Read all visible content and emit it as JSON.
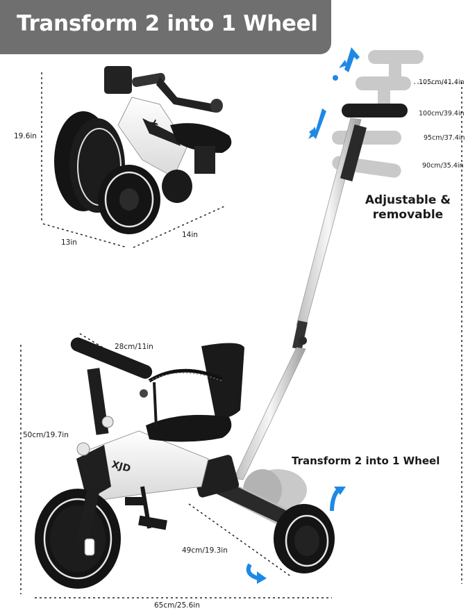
{
  "banner": {
    "title": "Transform 2 into 1 Wheel"
  },
  "small_bike": {
    "height_label": "19.6in",
    "depth_label": "13in",
    "length_label": "14in"
  },
  "handle_heights": [
    "105cm/41.4in",
    "100cm/39.4in",
    "95cm/37.4in",
    "90cm/35.4in"
  ],
  "features": {
    "push_handle_line1": "Adjustable &",
    "push_handle_line2": "removable",
    "transform_label": "Transform 2 into 1 Wheel"
  },
  "trike_dims": {
    "seat_width": "28cm/11in",
    "height": "50cm/19.7in",
    "rear_width": "49cm/19.3in",
    "length": "65cm/25.6in"
  },
  "brand": {
    "logo_text": "XJD"
  },
  "colors": {
    "banner_bg": "#6f6f6f",
    "arrow_blue": "#1e88e5",
    "frame_white": "#f2f2f2",
    "tire_black": "#141414"
  }
}
